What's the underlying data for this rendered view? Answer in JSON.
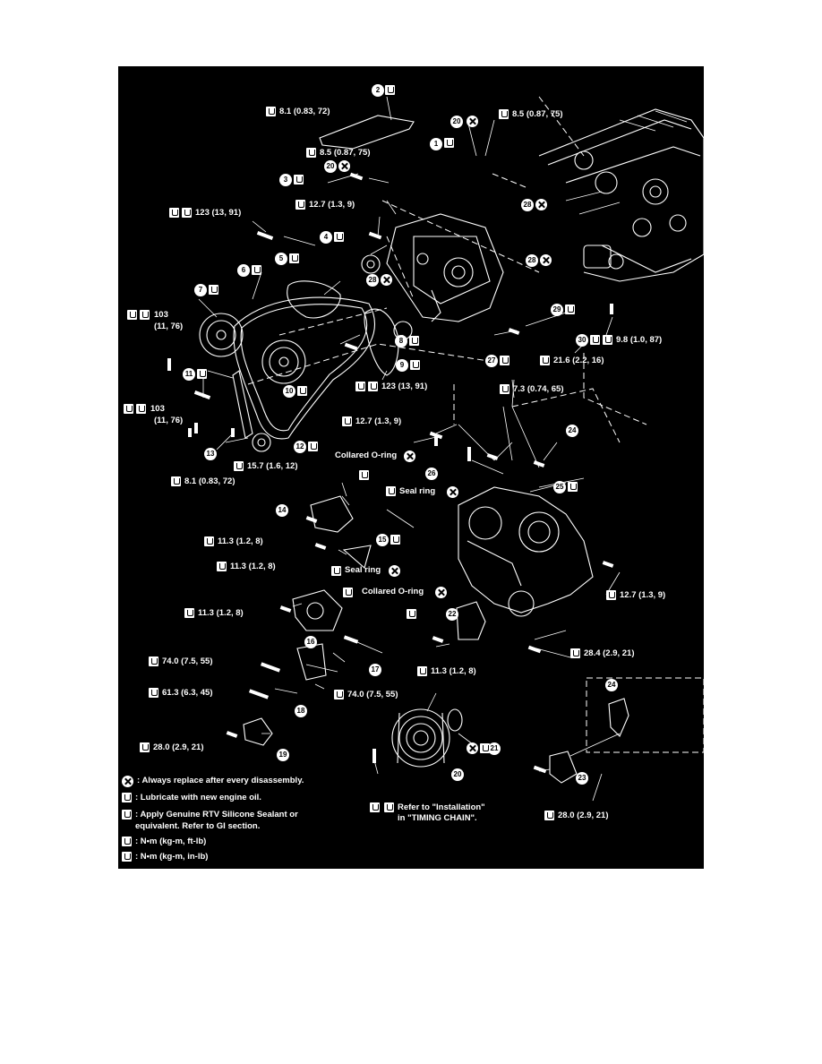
{
  "callouts": {
    "c1": "1",
    "c2": "2",
    "c3": "3",
    "c4": "4",
    "c5": "5",
    "c6": "6",
    "c7": "7",
    "c8": "8",
    "c9": "9",
    "c10": "10",
    "c11": "11",
    "c12": "12",
    "c13": "13",
    "c14": "14",
    "c15": "15",
    "c16": "16",
    "c17": "17",
    "c18": "18",
    "c19": "19",
    "c20": "20",
    "c21": "21",
    "c22": "22",
    "c23": "23",
    "c24": "24",
    "c25": "25",
    "c26": "26",
    "c27": "27",
    "c28": "28",
    "c29": "29",
    "c30": "30"
  },
  "torques": {
    "t_8_1_top": "8.1 (0.83, 72)",
    "t_8_5_right": "8.5 (0.87, 75)",
    "t_8_5_left": "8.5 (0.87, 75)",
    "t_123_upper": "123 (13, 91)",
    "t_12_7_upper": "12.7 (1.3, 9)",
    "t_103_upper_a": "103",
    "t_103_upper_b": "(11, 76)",
    "t_123_lower": "123 (13, 91)",
    "t_21_6": "21.6 (2.2, 16)",
    "t_9_8": "9.8 (1.0, 87)",
    "t_103_lower_a": "103",
    "t_103_lower_b": "(11, 76)",
    "t_7_3": "7.3 (0.74, 65)",
    "t_12_7_mid": "12.7 (1.3, 9)",
    "t_15_7": "15.7 (1.6, 12)",
    "t_8_1_low": "8.1 (0.83, 72)",
    "t_11_3_a": "11.3 (1.2, 8)",
    "t_11_3_b": "11.3 (1.2, 8)",
    "t_12_7_right": "12.7 (1.3, 9)",
    "t_11_3_c": "11.3 (1.2, 8)",
    "t_74_0_left": "74.0 (7.5, 55)",
    "t_28_4": "28.4 (2.9, 21)",
    "t_11_3_d": "11.3 (1.2, 8)",
    "t_61_3": "61.3 (6.3, 45)",
    "t_74_0_mid": "74.0 (7.5, 55)",
    "t_28_0_left": "28.0 (2.9, 21)",
    "t_28_0_right": "28.0 (2.9, 21)"
  },
  "part_labels": {
    "collared_oring_1": "Collared O-ring",
    "seal_ring_1": "Seal ring",
    "seal_ring_2": "Seal ring",
    "collared_oring_2": "Collared O-ring",
    "refer_line1": "Refer to \"Installation\"",
    "refer_line2": "in \"TIMING CHAIN\"."
  },
  "legend": [
    {
      "symbol": "replace-icon",
      "text": ": Always replace after every disassembly."
    },
    {
      "symbol": "oil-icon",
      "text": ": Lubricate with new engine oil."
    },
    {
      "symbol": "sealant-icon",
      "text": ": Apply Genuine RTV Silicone Sealant or",
      "text2": "equivalent. Refer to GI section."
    },
    {
      "symbol": "torque-ftlb-icon",
      "text": ": N•m (kg-m, ft-lb)"
    },
    {
      "symbol": "torque-inlb-icon",
      "text": ": N•m (kg-m, in-lb)"
    }
  ]
}
